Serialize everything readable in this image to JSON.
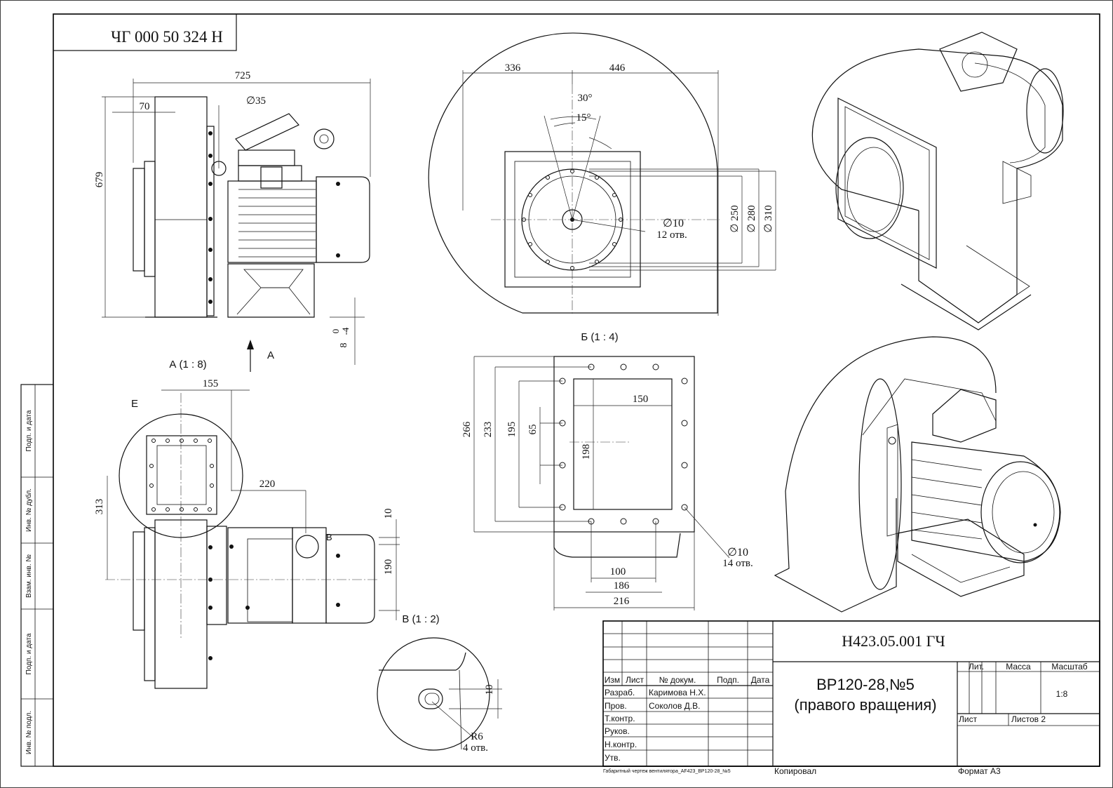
{
  "sheet": {
    "doc_code_top": "ЧГ 000 50 324 Н",
    "format_label": "Формат А3",
    "copied_label": "Копировал",
    "footer_file": "Габаритный чертеж вентилятора_АF423_ВР120-28_№5"
  },
  "side_strip": [
    "Подп. и дата",
    "Инв. № дубл.",
    "Взам. инв. №",
    "Подп. и дата",
    "Инв. № подл."
  ],
  "views": {
    "main": {
      "dims": [
        "725",
        "70",
        "∅35",
        "679",
        "0",
        "-4",
        "8"
      ],
      "arrow_label": "А"
    },
    "view_a": {
      "title": "А (1 : 8)",
      "dims": [
        "155",
        "220",
        "313",
        "10",
        "190"
      ],
      "callout_e": "Е",
      "callout_v": "В"
    },
    "view_b": {
      "title": "Б (1 : 4)",
      "dims": [
        "336",
        "446",
        "30°",
        "15°",
        "∅10",
        "12 отв.",
        "∅ 250",
        "∅ 280",
        "∅ 310"
      ]
    },
    "view_e": {
      "dims": [
        "266",
        "233",
        "195",
        "65",
        "150",
        "198",
        "∅10",
        "14 отв.",
        "100",
        "186",
        "216"
      ]
    },
    "view_v": {
      "title": "В (1 : 2)",
      "dims": [
        "10",
        "R6",
        "4 отв."
      ]
    }
  },
  "title_block": {
    "designation": "Н423.05.001 ГЧ",
    "name_line1": "ВР120-28,№5",
    "name_line2": "(правого вращения)",
    "col_headers": [
      "Изм",
      "Лист",
      "№ докум.",
      "Подп.",
      "Дата"
    ],
    "roles": [
      {
        "role": "Разраб.",
        "name": "Каримова Н.Х."
      },
      {
        "role": "Пров.",
        "name": "Соколов Д.В."
      },
      {
        "role": "Т.контр.",
        "name": ""
      },
      {
        "role": "Руков.",
        "name": ""
      },
      {
        "role": "Н.контр.",
        "name": ""
      },
      {
        "role": "Утв.",
        "name": ""
      }
    ],
    "lit_label": "Лит.",
    "mass_label": "Масса",
    "scale_label": "Масштаб",
    "scale_value": "1:8",
    "sheet_label": "Лист",
    "sheets_label": "Листов 2"
  }
}
